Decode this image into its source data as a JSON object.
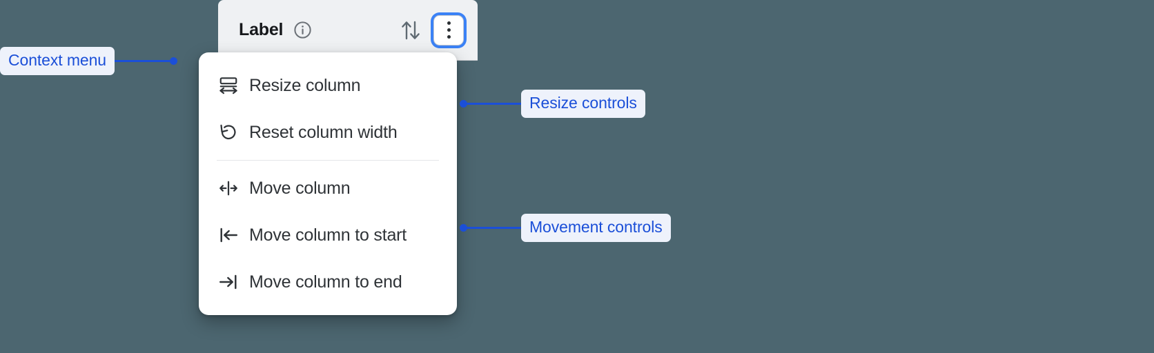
{
  "background_color": "#4c6670",
  "accent_color": "#1b4fd8",
  "focus_ring_color": "#3b82f6",
  "column_header": {
    "title": "Label",
    "info_icon": "info-circle-icon",
    "sort_icon": "sort-ascending-descending-icon",
    "kebab_icon": "more-vertical-icon",
    "background_color": "#eff1f3"
  },
  "context_menu": {
    "groups": [
      {
        "name": "resize",
        "items": [
          {
            "icon": "resize-column-icon",
            "label": "Resize column"
          },
          {
            "icon": "reset-width-icon",
            "label": "Reset column width"
          }
        ]
      },
      {
        "name": "movement",
        "items": [
          {
            "icon": "move-column-icon",
            "label": "Move column"
          },
          {
            "icon": "move-to-start-icon",
            "label": "Move column to start"
          },
          {
            "icon": "move-to-end-icon",
            "label": "Move column to end"
          }
        ]
      }
    ]
  },
  "annotations": [
    {
      "id": "context",
      "label": "Context menu"
    },
    {
      "id": "resize",
      "label": "Resize controls"
    },
    {
      "id": "movement",
      "label": "Movement controls"
    }
  ]
}
